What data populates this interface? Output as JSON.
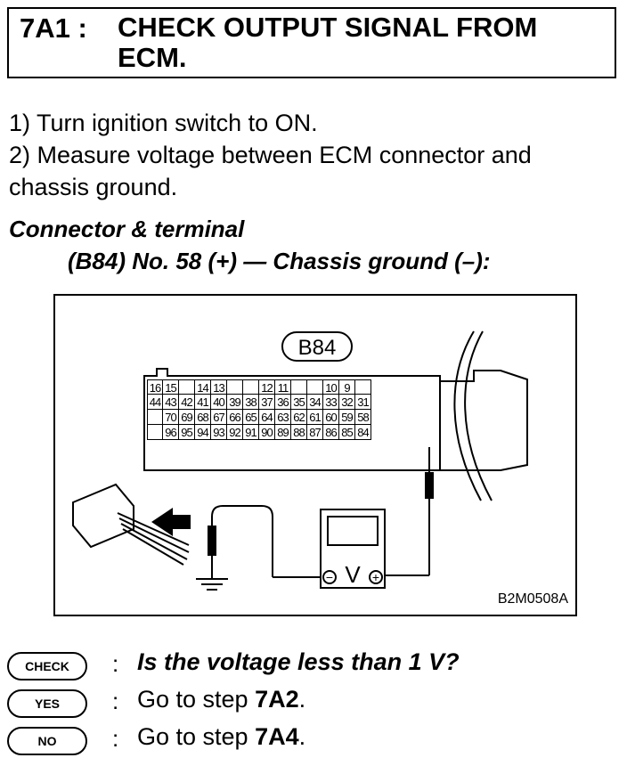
{
  "header": {
    "step_id": "7A1 :",
    "title_line1": "CHECK OUTPUT SIGNAL FROM",
    "title_line2": "ECM."
  },
  "instructions": [
    "1)  Turn ignition switch to ON.",
    "2)  Measure voltage between ECM connector and",
    "chassis ground."
  ],
  "connector": {
    "heading": "Connector & terminal",
    "detail": "(B84) No. 58 (+) — Chassis ground (–):"
  },
  "figure": {
    "connector_label": "B84",
    "figure_code": "B2M0508A",
    "pin_rows": [
      [
        "16",
        "15",
        "",
        "14",
        "13",
        "",
        "",
        "12",
        "11",
        "",
        "",
        "10",
        "9",
        ""
      ],
      [
        "44",
        "43",
        "42",
        "41",
        "40",
        "39",
        "38",
        "37",
        "36",
        "35",
        "34",
        "33",
        "32",
        "31"
      ],
      [
        "",
        "70",
        "69",
        "68",
        "67",
        "66",
        "65",
        "64",
        "63",
        "62",
        "61",
        "60",
        "59",
        "58"
      ],
      [
        "",
        "96",
        "95",
        "94",
        "93",
        "92",
        "91",
        "90",
        "89",
        "88",
        "87",
        "86",
        "85",
        "84"
      ]
    ],
    "meter_symbol": "V",
    "minus_symbol": "−",
    "plus_symbol": "+"
  },
  "qa": {
    "check_badge": "CHECK",
    "question": "Is the voltage less than 1 V?",
    "yes_badge": "YES",
    "yes_prefix": "Go to step ",
    "yes_step": "7A2",
    "yes_suffix": ".",
    "no_badge": "NO",
    "no_prefix": "Go to step ",
    "no_step": "7A4",
    "no_suffix": "."
  }
}
